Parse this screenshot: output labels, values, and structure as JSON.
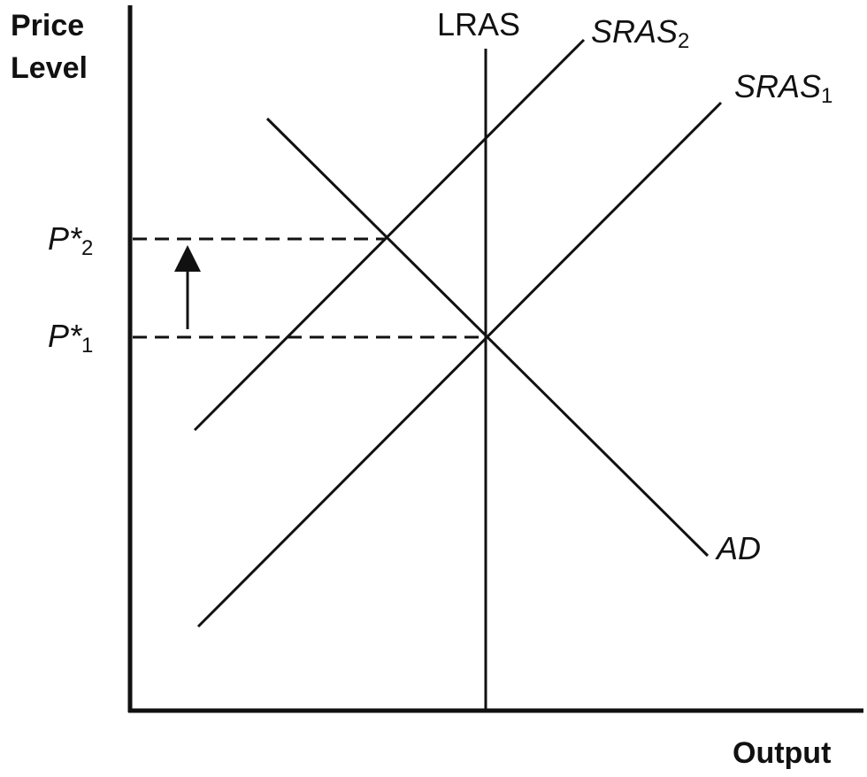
{
  "axes": {
    "y_label_line1": "Price",
    "y_label_line2": "Level",
    "x_label": "Output"
  },
  "curves": {
    "lras": "LRAS",
    "sras2": {
      "base": "SRAS",
      "sub": "2"
    },
    "sras1": {
      "base": "SRAS",
      "sub": "1"
    },
    "ad": "AD"
  },
  "price_levels": {
    "p2": {
      "base": "P*",
      "sub": "2"
    },
    "p1": {
      "base": "P*",
      "sub": "1"
    }
  },
  "colors": {
    "line": "#111111",
    "background": "#ffffff"
  }
}
